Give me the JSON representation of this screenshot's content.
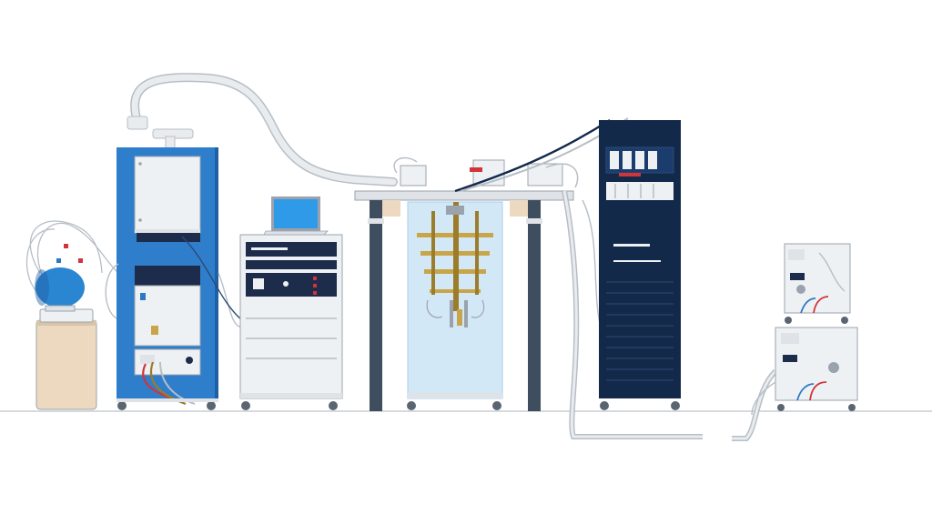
{
  "scene": {
    "components": [
      "helium-dewar",
      "gas-handling-cabinet",
      "control-rack",
      "laptop",
      "cryostat-frame",
      "dilution-insert",
      "electronics-rack",
      "compressor-upper",
      "compressor-lower"
    ]
  },
  "colors": {
    "background": "#ffffff",
    "floor_line": "#c9ced4",
    "cabinet_blue": "#2f7ecb",
    "cabinet_blue_dark": "#1f5fa3",
    "rack_navy": "#13294a",
    "rack_navy_line": "#2b4a78",
    "panel_light": "#eef1f4",
    "panel_mid": "#dfe3e8",
    "panel_dark": "#1d2c4a",
    "panel_outline": "#9aa3ad",
    "tube": "#e9ecef",
    "tube_outline": "#b7bec6",
    "dewar_body": "#ecd9bf",
    "dewar_ring": "#d8c4a6",
    "gas_tank": "#2a86d1",
    "glass": "#cfe6f6",
    "glass_edge": "#9fc9e8",
    "gold": "#c9a54a",
    "gold_dark": "#9b7c2b",
    "steel": "#3f4e5e",
    "wheel": "#5b6571",
    "laptop_screen": "#2f9be8",
    "accent_red": "#d1343a",
    "accent_blue": "#2b78c5",
    "screen_lit": "#1b3d6d"
  }
}
